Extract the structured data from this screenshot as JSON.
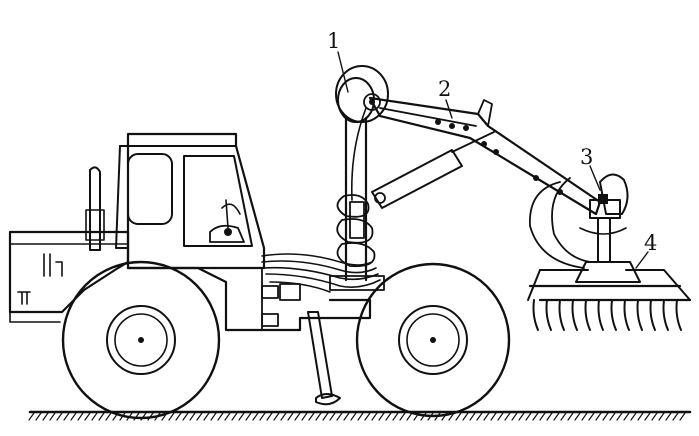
{
  "figure": {
    "callouts": [
      {
        "id": "label-1",
        "text": "1"
      },
      {
        "id": "label-2",
        "text": "2"
      },
      {
        "id": "label-3",
        "text": "3"
      },
      {
        "id": "label-4",
        "text": "4"
      }
    ]
  },
  "colors": {
    "ink": "#111111",
    "paper": "#ffffff"
  }
}
